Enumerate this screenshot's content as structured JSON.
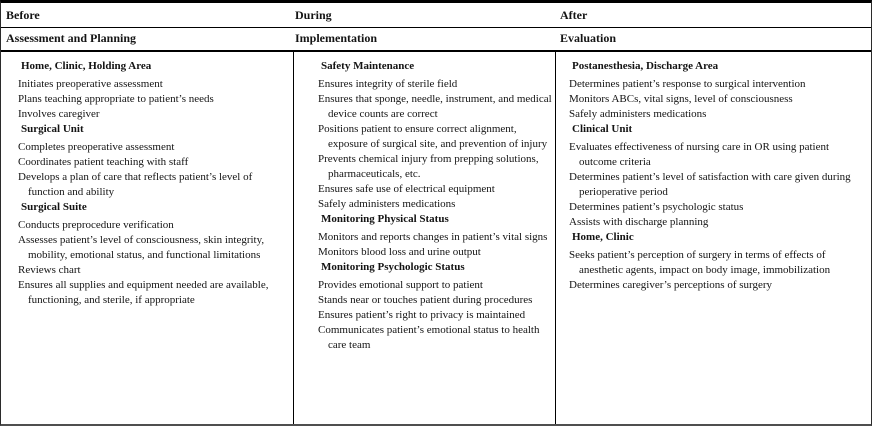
{
  "colors": {
    "background": "#ffffff",
    "text": "#141414",
    "border": "#000000"
  },
  "table": {
    "phases": [
      {
        "phase": "Before",
        "stage": "Assessment and Planning",
        "sections": [
          {
            "heading": "Home, Clinic, Holding Area",
            "items": [
              "Initiates preoperative assessment",
              "Plans teaching appropriate to patient’s needs",
              "Involves caregiver"
            ]
          },
          {
            "heading": "Surgical Unit",
            "items": [
              "Completes preoperative assessment",
              "Coordinates patient teaching with staff",
              "Develops a plan of care that reflects patient’s level of function and ability"
            ]
          },
          {
            "heading": "Surgical Suite",
            "items": [
              "Conducts preprocedure verification",
              "Assesses patient’s level of consciousness, skin integrity, mobility, emotional status, and functional limitations",
              "Reviews chart",
              "Ensures all supplies and equipment needed are available, functioning, and sterile, if appropriate"
            ]
          }
        ]
      },
      {
        "phase": "During",
        "stage": "Implementation",
        "sections": [
          {
            "heading": "Safety Maintenance",
            "items": [
              "Ensures integrity of sterile field",
              "Ensures that sponge, needle, instrument, and medical device counts are correct",
              "Positions patient to ensure correct alignment, exposure of surgical site, and prevention of injury",
              "Prevents chemical injury from prepping solutions, pharmaceuticals, etc.",
              "Ensures safe use of electrical equipment",
              "Safely administers medications"
            ]
          },
          {
            "heading": "Monitoring Physical Status",
            "items": [
              "Monitors and reports changes in patient’s vital signs",
              "Monitors blood loss and urine output"
            ]
          },
          {
            "heading": "Monitoring Psychologic Status",
            "items": [
              "Provides emotional support to patient",
              "Stands near or touches patient during procedures",
              "Ensures patient’s right to privacy is maintained",
              "Communicates patient’s emotional status to health care team"
            ]
          }
        ]
      },
      {
        "phase": "After",
        "stage": "Evaluation",
        "sections": [
          {
            "heading": "Postanesthesia, Discharge Area",
            "items": [
              "Determines patient’s response to surgical intervention",
              "Monitors ABCs, vital signs, level of consciousness",
              "Safely administers medications"
            ]
          },
          {
            "heading": "Clinical Unit",
            "items": [
              "Evaluates effectiveness of nursing care in OR using patient outcome criteria",
              "Determines patient’s level of satisfaction with care given during perioperative period",
              "Determines patient’s psychologic status",
              "Assists with discharge planning"
            ]
          },
          {
            "heading": "Home, Clinic",
            "items": [
              "Seeks patient’s perception of surgery in terms of effects of anesthetic agents, impact on body image, immobilization",
              "Determines caregiver’s perceptions of surgery"
            ]
          }
        ]
      }
    ]
  }
}
